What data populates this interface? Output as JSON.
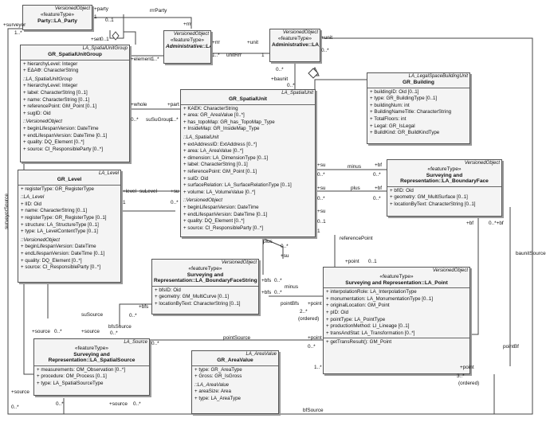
{
  "classes": {
    "party": {
      "package": "VersionedObject",
      "stereotype": "«featureType»",
      "name": "Party::LA_Party",
      "sections": []
    },
    "rrr": {
      "package": "VersionedObject",
      "stereotype": "«featureType»",
      "name": "Administrative::LA_RRR",
      "sections": []
    },
    "baunit": {
      "package": "VersionedObject",
      "stereotype": "«featureType»",
      "name": "Administrative::LA_BAUnit",
      "sections": []
    },
    "spatialUnitGroup": {
      "package": "LA_SpatialUnitGroup",
      "stereotype": "",
      "name": "GR_SpatialUnitGroup",
      "sections": [
        {
          "title": "",
          "rows": [
            "hierarchyLevel: Integer",
            "ΕΔΑΦ: CharacterString"
          ]
        },
        {
          "title": "::LA_SpatialUnitGroup",
          "rows": [
            "hierarchyLevel: Integer",
            "label: CharacterString [0..1]",
            "name: CharacterString [0..1]",
            "referencePoint: GM_Point [0..1]",
            "sugID: Oid"
          ]
        },
        {
          "title": "::VersionedObject",
          "rows": [
            "beginLifespanVersion: DateTime",
            "endLifespanVersion: DateTime [0..1]",
            "quality: DQ_Element [0..*]",
            "source: CI_ResponsibleParty [0..*]"
          ]
        }
      ]
    },
    "spatialUnit": {
      "package": "LA_SpatialUnit",
      "stereotype": "",
      "name": "GR_SpatialUnit",
      "sections": [
        {
          "title": "",
          "rows": [
            "KAEK: CharacterString",
            "area: GR_AreaValue [0..*]",
            "has_topoMap: GR_has_TopoMap_Type",
            "InsideMap: GR_InsideMap_Type"
          ]
        },
        {
          "title": "::LA_SpatialUnit",
          "rows": [
            "extAddressID: ExtAddress [0..*]",
            "area: LA_AreaValue [0..*]",
            "dimension: LA_DimensionType [0..1]",
            "label: CharacterString [0..1]",
            "referencePoint: GM_Point [0..1]",
            "suID: Oid",
            "surfaceRelation: LA_SurfaceRelationType [0..1]",
            "volume: LA_VolumeValue [0..*]"
          ]
        },
        {
          "title": "::VersionedObject",
          "rows": [
            "beginLifespanVersion: DateTime",
            "endLifespanVersion: DateTime [0..1]",
            "quality: DQ_Element [0..*]",
            "source: CI_ResponsibleParty [0..*]"
          ]
        }
      ]
    },
    "building": {
      "package": "LA_LegalSpaceBuildingUnit",
      "stereotype": "",
      "name": "GR_Building",
      "sections": [
        {
          "title": "",
          "rows": [
            "buildingID: Oid [0..1]",
            "type: GR_BuildingType [0..1]",
            "buildingNum: int",
            "BuildingNameTitle: CharacterString",
            "TotalFloors: int",
            "Legal: GR_IsLegal",
            "BuildKind: GR_BuildKindType"
          ]
        }
      ]
    },
    "level": {
      "package": "LA_Level",
      "stereotype": "",
      "name": "GR_Level",
      "sections": [
        {
          "title": "",
          "rows": [
            "registerType: GR_RegisterType"
          ]
        },
        {
          "title": "::LA_Level",
          "rows": [
            "lID: Oid",
            "name: CharacterString [0..1]",
            "registerType: GR_RegisterType [0..1]",
            "structure: LA_StructureType [0..1]",
            "type: LA_LevelContentType [0..1]"
          ]
        },
        {
          "title": "::VersionedObject",
          "rows": [
            "beginLifespanVersion: DateTime",
            "endLifespanVersion: DateTime [0..1]",
            "quality: DQ_Element [0..*]",
            "source: CI_ResponsibleParty [0..*]"
          ]
        }
      ]
    },
    "boundaryFace": {
      "package": "VersionedObject",
      "stereotype": "«featureType»",
      "name": "Surveying and Representation::LA_BoundaryFace",
      "sections": [
        {
          "title": "",
          "rows": [
            "bfID: Oid",
            "geometry: GM_MultiSurface [0..1]",
            "locationByText: CharacterString [0..1]"
          ]
        }
      ]
    },
    "boundaryFaceString": {
      "package": "VersionedObject",
      "stereotype": "«featureType»",
      "name": "Surveying and Representation::LA_BoundaryFaceString",
      "sections": [
        {
          "title": "",
          "rows": [
            "bfsID: Oid",
            "geometry: GM_MultiCurve [0..1]",
            "locationByText: CharacterString [0..1]"
          ]
        }
      ]
    },
    "point": {
      "package": "VersionedObject",
      "stereotype": "«featureType»",
      "name": "Surveying and Representation::LA_Point",
      "sections": [
        {
          "title": "",
          "rows": [
            "interpolationRole: LA_InterpolationType",
            "monumentation: LA_MonumentationType [0..1]",
            "originalLocation: GM_Point",
            "pID: Oid",
            "pointType: LA_PointType",
            "productionMethod: LI_Lineage [0..1]",
            "transAndStat: LA_Transformation [0..*]"
          ]
        },
        {
          "title": "",
          "rows": [
            "getTransResult(): GM_Point"
          ]
        }
      ]
    },
    "spatialSource": {
      "package": "LA_Source",
      "stereotype": "«featureType»",
      "name": "Surveying and Representation::LA_SpatialSource",
      "sections": [
        {
          "title": "",
          "rows": [
            "measurements: OM_Observation [0..*]",
            "procedure: OM_Process [0..1]",
            "type: LA_SpatialSourceType"
          ]
        }
      ]
    },
    "areaValue": {
      "package": "LA_AreaValue",
      "stereotype": "",
      "name": "GR_AreaValue",
      "sections": [
        {
          "title": "",
          "rows": [
            "type: GR_AreaType",
            "Gross: GR_IsGross"
          ]
        },
        {
          "title": "::LA_AreaValue",
          "rows": [
            "areaSize: Area",
            "type: LA_AreaType"
          ]
        }
      ]
    }
  },
  "labels": {
    "party": "+party",
    "rrrParty": "rrrParty",
    "one": "1",
    "zeroOne": "0..1",
    "oneStar": "1..*",
    "zeroStar": "0..*",
    "surveyor": "+surveyor",
    "set": "+set",
    "rrr": "+rrr",
    "unit": "+unit",
    "unitRrr": "unitRrr",
    "baunit": "+baunit",
    "element": "+element",
    "whole": "+whole",
    "part": "+part",
    "suSuGroup": "suSuGroup",
    "su": "+su",
    "level": "+level",
    "suLevel": "suLevel",
    "minus": "minus",
    "plus": "plus",
    "bf": "+bf",
    "bfs": "+bfs",
    "referencePoint": "referencePoint",
    "point": "+point",
    "pointBfs": "pointBfs",
    "ordered": "(ordered)",
    "twoStar": "2..*",
    "threeStar": "3..*",
    "suSource": "suSource",
    "surveyorSource": "surveyorSource",
    "source": "+source",
    "bfsSource": "bfsSource",
    "pointSource": "pointSource",
    "bfSource": "bfSource",
    "baunitSource": "baunitSource",
    "pointBf": "pointBf",
    "zeroStarBf": "0..*+bf"
  }
}
